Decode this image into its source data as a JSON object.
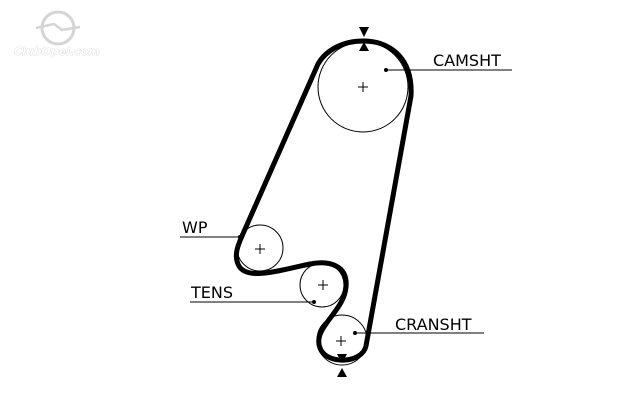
{
  "watermark": {
    "text": "ClubOpel.com",
    "icon": "opel-lightning-logo"
  },
  "diagram": {
    "labels": {
      "camshaft": "CAMSHT",
      "water_pump": "WP",
      "tensioner": "TENS",
      "crankshaft": "CRANSHT"
    },
    "colors": {
      "belt": "#000000",
      "pulley": "#000000",
      "background": "#ffffff"
    }
  }
}
